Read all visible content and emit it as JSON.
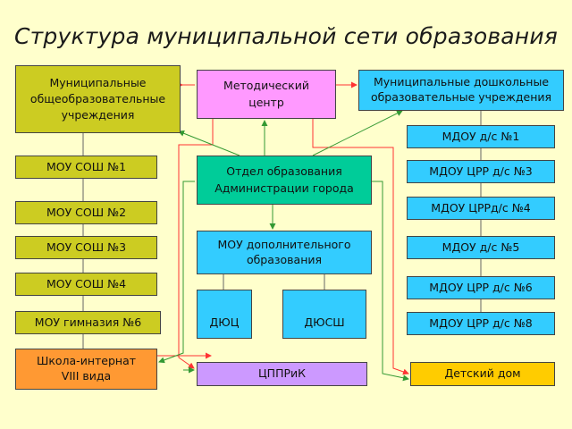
{
  "title": "Структура муниципальной сети образования",
  "nodes": {
    "municipal_schools": "Муниципальные\nобщеобразовательные\nучреждения",
    "methodical_center": "Методический\nцентр",
    "preschool": "Муниципальные дошкольные\nобразовательные учреждения",
    "dept": "Отдел образования\nАдминистрации города",
    "additional": "МОУ дополнительного\nобразования",
    "dyuts": "ДЮЦ",
    "dyussh": "ДЮСШ",
    "tsppik": "ЦППРиК",
    "boarding": "Школа-интернат\nVIII вида",
    "orphanage": "Детский дом"
  },
  "schools": [
    "МОУ СОШ №1",
    "МОУ СОШ №2",
    "МОУ СОШ №3",
    "МОУ СОШ №4",
    "МОУ гимназия №6"
  ],
  "kindergartens": [
    "МДОУ д/с №1",
    "МДОУ ЦРР д/с №3",
    "МДОУ ЦРРд/с №4",
    "МДОУ д/с №5",
    "МДОУ ЦРР д/с №6",
    "МДОУ ЦРР д/с №8"
  ],
  "colors": {
    "background": "#FFFFCC",
    "olive": "#CCCC22",
    "pink": "#FF99FF",
    "blue": "#33CCFF",
    "teal": "#00CC99",
    "orange": "#FF9933",
    "lilac": "#CC99FF",
    "yellow": "#FFCC00",
    "line_red": "#FF3333",
    "line_green": "#339933"
  }
}
